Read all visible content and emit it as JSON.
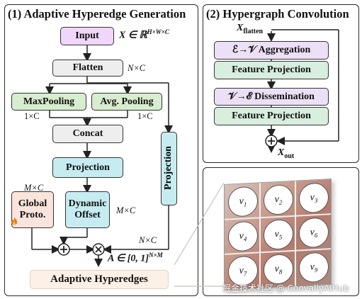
{
  "left_panel": {
    "title": "(1) Adaptive Hyperedge Generation",
    "input_label": "Input",
    "input_math": "X ∈ ℝ",
    "input_sup": "H×W×C",
    "flatten_label": "Flatten",
    "flatten_dim": "N×C",
    "maxpool_label": "MaxPooling",
    "maxpool_dim": "1×C",
    "avgpool_label": "Avg. Pooling",
    "avgpool_dim": "1×C",
    "concat_label": "Concat",
    "projection_label": "Projection",
    "side_projection_label": "Projection",
    "mc_label": "M×C",
    "global_label_1": "Global",
    "global_label_2": "Proto.",
    "dynamic_label_1": "Dynamic",
    "dynamic_label_2": "Offset",
    "mc_label_2": "M×C",
    "nc_label": "N×C",
    "a_math": "A ∈ [0, 1]",
    "a_sup": "N×M",
    "output_label": "Adaptive Hyperedges",
    "fire_icon": "fire-icon"
  },
  "right_panel": {
    "title": "(2) Hypergraph Convolution",
    "x_flatten_main": "X",
    "x_flatten_sub": "flatten",
    "aggregation_label": "ℰ→𝒱 Aggregation",
    "feature_projection_1": "Feature Projection",
    "dissemination_label": "𝒱→ℰ Dissemination",
    "feature_projection_2": "Feature Projection",
    "x_out_main": "X",
    "x_out_sub": "out"
  },
  "grid_panel": {
    "nodes": [
      "v1",
      "v2",
      "v3",
      "v4",
      "v5",
      "v6",
      "v7",
      "v8",
      "v9"
    ],
    "subscripts": [
      "1",
      "2",
      "3",
      "4",
      "5",
      "6",
      "7",
      "8",
      "9"
    ]
  },
  "watermark": "掘金技术社区 @ CoovallyAIHub",
  "colors": {
    "input": "#f0d6f8",
    "flatten": "#eeeeee",
    "pooling": "#d8edcf",
    "projection": "#c6ecf1",
    "proto": "#fbe4dc",
    "dynamic": "#c6ecf1",
    "aggregation": "#ece0f6",
    "feature": "#d8eede",
    "output": "#fdf0e6"
  }
}
